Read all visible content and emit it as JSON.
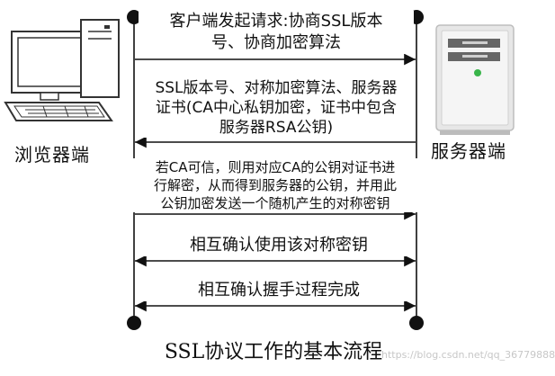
{
  "actors": {
    "browser": "浏览器端",
    "server": "服务器端"
  },
  "messages": [
    {
      "lines": [
        "客户端发起请求:协商SSL版本",
        "号、协商加密算法"
      ],
      "direction": "to-server"
    },
    {
      "lines": [
        "SSL版本号、对称加密算法、服务器",
        "证书(CA中心私钥加密，证书中包含",
        "服务器RSA公钥)"
      ],
      "direction": "to-browser"
    },
    {
      "lines": [
        "若CA可信，则用对应CA的公钥对证书进",
        "行解密，从而得到服务器的公钥，并用此",
        "公钥加密发送一个随机产生的对称密钥"
      ],
      "direction": "to-server"
    },
    {
      "lines": [
        "相互确认使用该对称密钥"
      ],
      "direction": "both"
    },
    {
      "lines": [
        "相互确认握手过程完成"
      ],
      "direction": "both"
    }
  ],
  "caption": "SSL协议工作的基本流程",
  "watermark": "https://blog.csdn.net/qq_36779888",
  "colors": {
    "line": "#111111",
    "monitor_outline": "#333333",
    "server_body": "#e7e7e7",
    "server_dark": "#666666",
    "server_led": "#39b54a",
    "watermark": "#c7c7c7"
  }
}
